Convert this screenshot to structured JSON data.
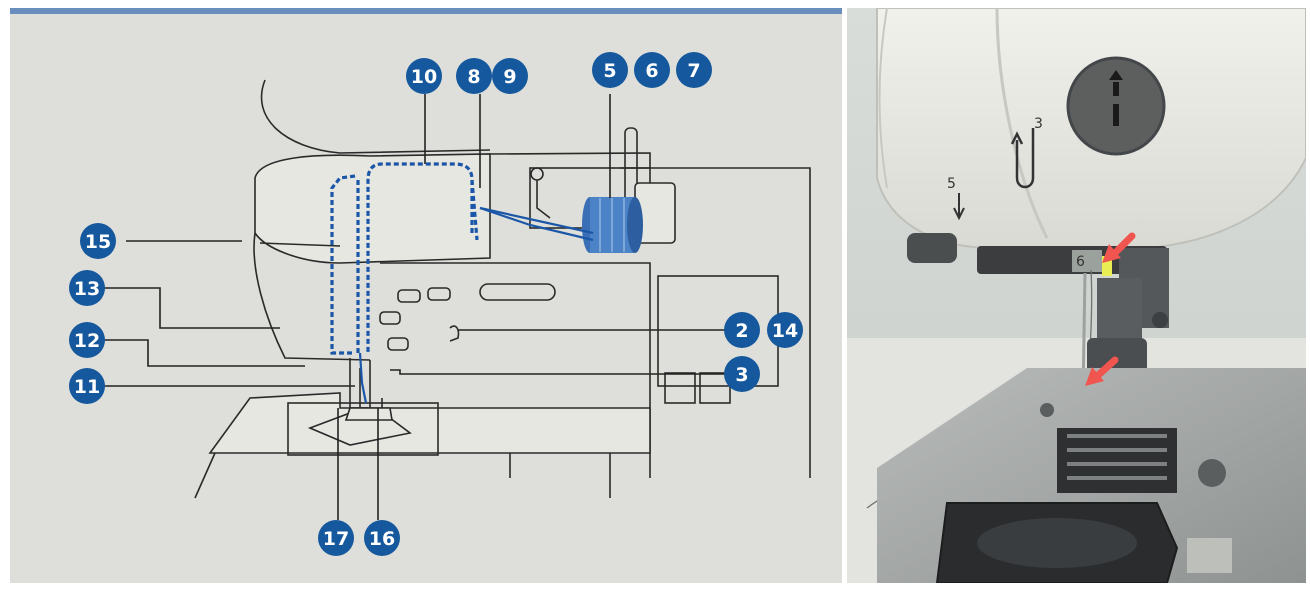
{
  "diagram": {
    "callouts": [
      {
        "id": "callout-10",
        "label": "10"
      },
      {
        "id": "callout-8",
        "label": "8"
      },
      {
        "id": "callout-9",
        "label": "9"
      },
      {
        "id": "callout-5",
        "label": "5"
      },
      {
        "id": "callout-6",
        "label": "6"
      },
      {
        "id": "callout-7",
        "label": "7"
      },
      {
        "id": "callout-15",
        "label": "15"
      },
      {
        "id": "callout-13",
        "label": "13"
      },
      {
        "id": "callout-12",
        "label": "12"
      },
      {
        "id": "callout-11",
        "label": "11"
      },
      {
        "id": "callout-2",
        "label": "2"
      },
      {
        "id": "callout-14",
        "label": "14"
      },
      {
        "id": "callout-3",
        "label": "3"
      },
      {
        "id": "callout-17",
        "label": "17"
      },
      {
        "id": "callout-16",
        "label": "16"
      }
    ],
    "colors": {
      "callout": "#15589d",
      "thread": "#1b57a8"
    }
  },
  "photo": {
    "guide_mark_3": "3",
    "guide_mark_5": "5",
    "guide_mark_6": "6",
    "colors": {
      "arrow": "#f0554f",
      "dial": "#5c5f5e"
    }
  }
}
